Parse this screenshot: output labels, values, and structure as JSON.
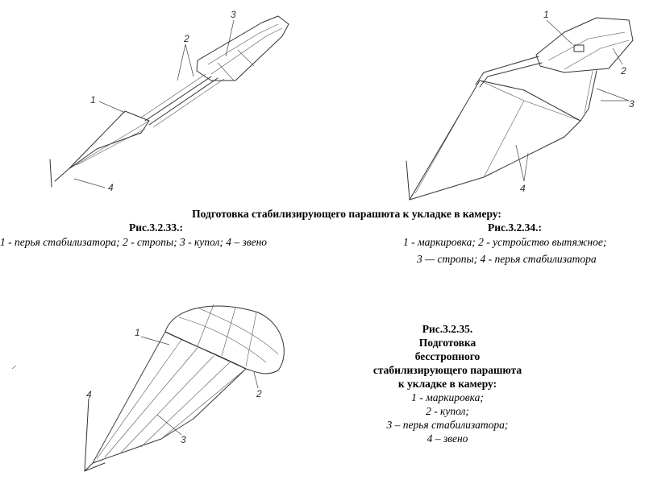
{
  "figures": {
    "fig33": {
      "callouts": [
        "1",
        "2",
        "3",
        "4"
      ]
    },
    "fig34": {
      "callouts": [
        "1",
        "2",
        "3",
        "4"
      ]
    },
    "fig35": {
      "callouts": [
        "1",
        "2",
        "3",
        "4"
      ]
    }
  },
  "top_caption": {
    "heading": "Подготовка стабилизирующего парашюта к укладке в камеру:",
    "fig33_label": "Рис.3.2.33.:",
    "fig33_legend": "1 - перья стабилизатора; 2 - стропы; 3 - купол; 4 – звено",
    "fig34_label": "Рис.3.2.34.:",
    "fig34_legend_line1": "1 - маркировка; 2 - устройство вытяжное;",
    "fig34_legend_line2": "3 — стропы; 4 - перья стабилизатора"
  },
  "bottom_caption": {
    "label": "Рис.3.2.35.",
    "line1": "Подготовка",
    "line2": "бесстропного",
    "line3": "стабилизирующего парашюта",
    "line4": "к укладке в камеру:",
    "item1": "1 - маркировка;",
    "item2": "2 - купол;",
    "item3": "3 – перья стабилизатора;",
    "item4": "4 – звено"
  }
}
